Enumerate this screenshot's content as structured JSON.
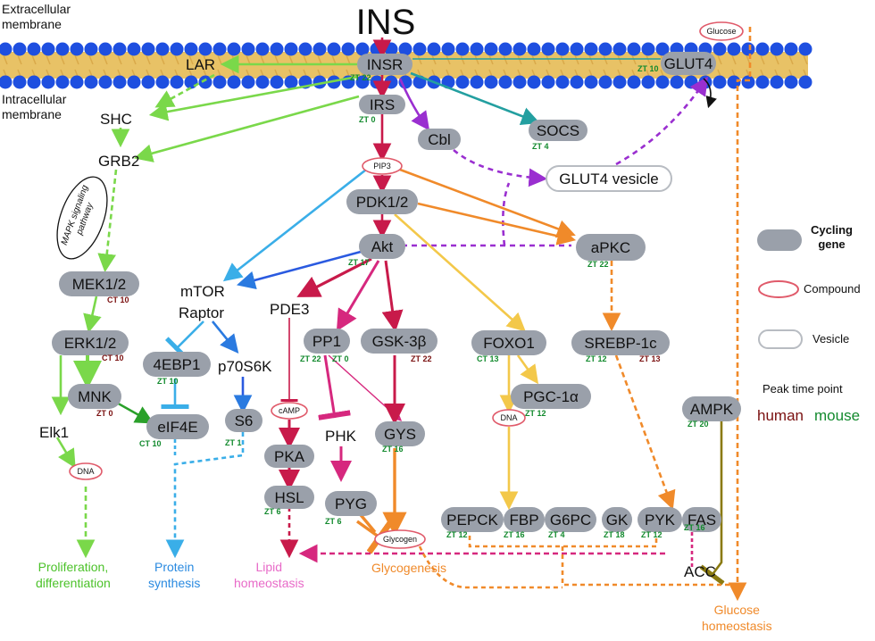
{
  "membrane": {
    "extracellular": "Extracellular\nmembrane",
    "intracellular": "Intracellular\nmembrane"
  },
  "ligand": "INS",
  "genes": {
    "insr": "INSR",
    "glut4": "GLUT4",
    "irs": "IRS",
    "cbl": "Cbl",
    "socs": "SOCS",
    "pdk12": "PDK1/2",
    "akt": "Akt",
    "apkc": "aPKC",
    "mek12": "MEK1/2",
    "erk12": "ERK1/2",
    "mnk": "MNK",
    "ebp1": "4EBP1",
    "eif4e": "eIF4E",
    "s6": "S6",
    "pp1": "PP1",
    "gsk3b": "GSK-3β",
    "foxo1": "FOXO1",
    "srebp1c": "SREBP-1c",
    "pgc1a": "PGC-1α",
    "gys": "GYS",
    "pka": "PKA",
    "hsl": "HSL",
    "pyg": "PYG",
    "pepck": "PEPCK",
    "fbp": "FBP",
    "g6pc": "G6PC",
    "gk": "GK",
    "pyk": "PYK",
    "fas": "FAS",
    "ampk": "AMPK"
  },
  "plain_nodes": {
    "lar": "LAR",
    "shc": "SHC",
    "grb2": "GRB2",
    "mtor": "mTOR",
    "raptor": "Raptor",
    "p70s6k": "p70S6K",
    "pde3": "PDE3",
    "phk": "PHK",
    "elk1": "Elk1",
    "acc": "ACC"
  },
  "compounds": {
    "glucose": "Glucose",
    "pip3": "PIP3",
    "camp": "cAMP",
    "dna_left": "DNA",
    "dna_mid": "DNA",
    "glycogen": "Glycogen"
  },
  "vesicle": "GLUT4 vesicle",
  "mapk_pathway": "MAPK signaling\npathway",
  "peak_times": {
    "insr": "ZT 22",
    "glut4": "ZT 10",
    "irs": "ZT 0",
    "socs": "ZT 4",
    "akt": "ZT 17",
    "apkc": "ZT 22",
    "mek12": "CT 10",
    "erk12": "CT 10",
    "mnk": "ZT 0",
    "ebp1": "ZT 10",
    "eif4e": "CT 10",
    "s6": "ZT 1",
    "pp1_h": "ZT 22",
    "pp1_m": "ZT 0",
    "gsk3b": "ZT 22",
    "foxo1": "CT 13",
    "srebp_m": "ZT 12",
    "srebp_h": "ZT 13",
    "pgc1a": "ZT 12",
    "gys": "ZT 16",
    "hsl": "ZT 6",
    "pyg": "ZT 6",
    "pepck": "ZT 12",
    "fbp": "ZT 16",
    "g6pc": "ZT 4",
    "gk": "ZT 18",
    "pyk": "ZT 12",
    "fas": "ZT 16",
    "ampk": "ZT 20"
  },
  "outcomes": {
    "proliferation": "Proliferation,\ndifferentiation",
    "protein": "Protein\nsynthesis",
    "lipid": "Lipid\nhomeostasis",
    "glycogenesis": "Glycogenesis",
    "glucose": "Glucose\nhomeostasis"
  },
  "legend": {
    "cycling": "Cycling\ngene",
    "compound": "Compound",
    "vesicle": "Vesicle",
    "peak": "Peak time point",
    "human": "human",
    "mouse": "mouse"
  },
  "colors": {
    "gene_fill": "#9aa0aa",
    "membrane_bead": "#1e4fe0",
    "membrane_lipid": "#e8c266",
    "human": "#7a1010",
    "mouse": "#138a2e",
    "ins_red": "#c81a4a",
    "green": "#7ad84a",
    "teal": "#239fa0",
    "purple": "#9a2fd0",
    "blue": "#3a9ee8",
    "orange": "#f08a2a",
    "yellow": "#f3c84a",
    "magenta": "#d6287e",
    "pink": "#e86ac8",
    "olive": "#8a7a10"
  }
}
